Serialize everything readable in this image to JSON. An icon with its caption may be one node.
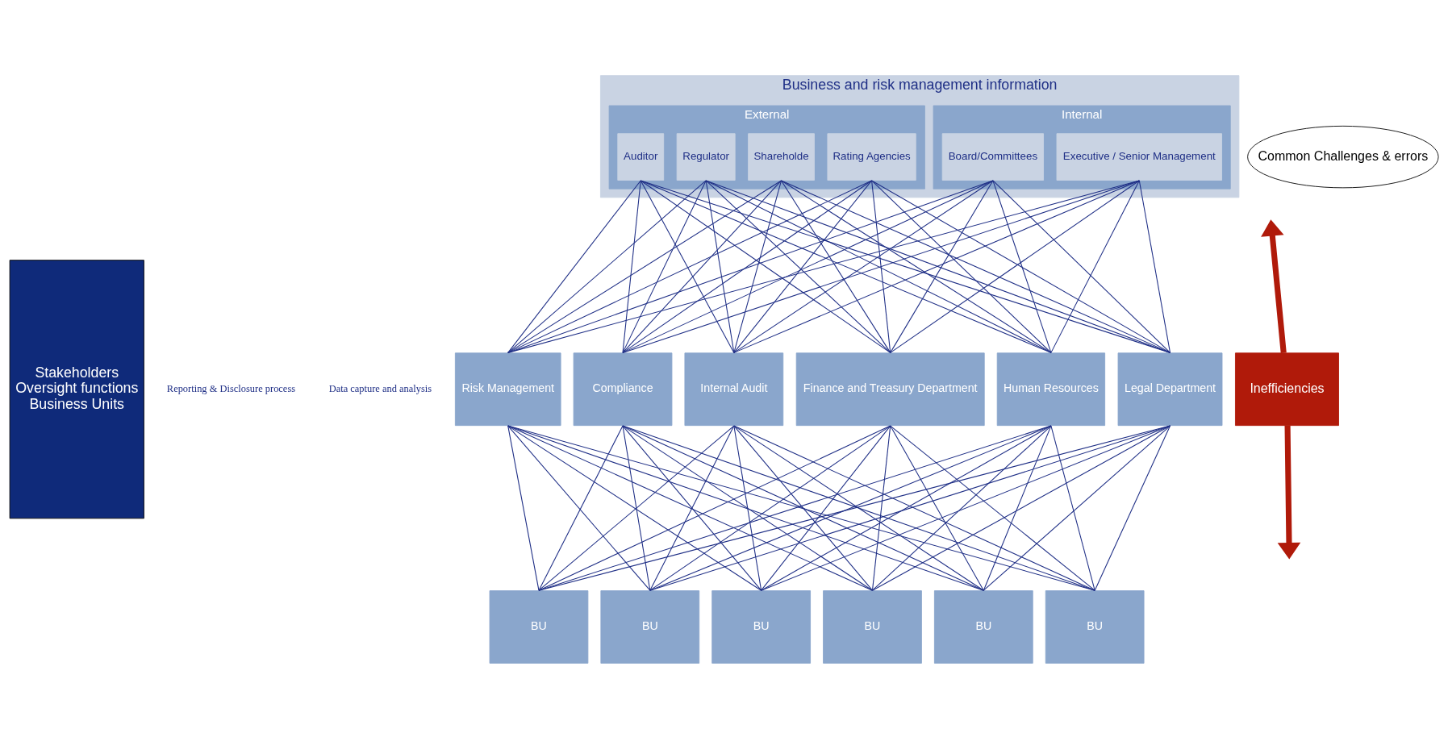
{
  "diagram": {
    "nodes": [
      {
        "text": [
          "Stakeholders",
          "Oversight functions",
          "Business Units"
        ]
      },
      {
        "text": [
          "Business and risk management information"
        ]
      },
      {
        "text": [
          "Internal"
        ],
        "in": 1
      },
      {
        "text": [
          "Board/Committees"
        ],
        "in": 2
      },
      {
        "text": [
          "Executive / Senior Management"
        ],
        "in": 2
      },
      {
        "text": [
          "External"
        ],
        "in": 1
      },
      {
        "text": [
          "Shareholde"
        ],
        "in": 5
      },
      {
        "text": [
          "Auditor"
        ],
        "in": 5
      },
      {
        "text": [
          "Regulator"
        ],
        "in": 5
      },
      {
        "text": [
          "Rating Agencies"
        ],
        "in": 5
      },
      {
        "text": [
          "Risk Management"
        ]
      },
      {
        "text": [
          "Compliance"
        ]
      },
      {
        "text": [
          "Internal Audit"
        ]
      },
      {
        "text": [
          "Finance and Treasury Department"
        ]
      },
      {
        "text": [
          "Human Resources"
        ]
      },
      {
        "text": [
          "Legal Department"
        ]
      },
      {
        "text": [
          "BU"
        ]
      },
      {
        "text": [
          "BU"
        ]
      },
      {
        "text": [
          "BU"
        ]
      },
      {
        "text": [
          "BU"
        ]
      },
      {
        "text": [
          "BU"
        ]
      },
      {
        "text": [
          "BU"
        ]
      },
      {
        "text": [
          "Inefficiencies"
        ]
      },
      {
        "text": [
          "Common Challenges & errors"
        ]
      }
    ],
    "edges": [
      {
        "from": 10,
        "to": 3,
        "arrow": "none"
      },
      {
        "from": 10,
        "to": 4,
        "arrow": "none"
      },
      {
        "from": 10,
        "to": 6,
        "arrow": "none"
      },
      {
        "from": 10,
        "to": 7,
        "arrow": "none"
      },
      {
        "from": 10,
        "to": 8,
        "arrow": "none"
      },
      {
        "from": 10,
        "to": 9,
        "arrow": "none"
      },
      {
        "from": 11,
        "to": 3,
        "arrow": "none"
      },
      {
        "from": 11,
        "to": 4,
        "arrow": "none"
      },
      {
        "from": 11,
        "to": 6,
        "arrow": "none"
      },
      {
        "from": 11,
        "to": 7,
        "arrow": "none"
      },
      {
        "from": 11,
        "to": 8,
        "arrow": "none"
      },
      {
        "from": 11,
        "to": 9,
        "arrow": "none"
      },
      {
        "from": 12,
        "to": 3,
        "arrow": "none"
      },
      {
        "from": 12,
        "to": 4,
        "arrow": "none"
      },
      {
        "from": 12,
        "to": 6,
        "arrow": "none"
      },
      {
        "from": 12,
        "to": 7,
        "arrow": "none"
      },
      {
        "from": 12,
        "to": 8,
        "arrow": "none"
      },
      {
        "from": 12,
        "to": 9,
        "arrow": "none"
      },
      {
        "from": 13,
        "to": 3,
        "arrow": "none"
      },
      {
        "from": 13,
        "to": 4,
        "arrow": "none"
      },
      {
        "from": 13,
        "to": 6,
        "arrow": "none"
      },
      {
        "from": 13,
        "to": 7,
        "arrow": "none"
      },
      {
        "from": 13,
        "to": 8,
        "arrow": "none"
      },
      {
        "from": 13,
        "to": 9,
        "arrow": "none"
      },
      {
        "from": 14,
        "to": 3,
        "arrow": "none"
      },
      {
        "from": 14,
        "to": 4,
        "arrow": "none"
      },
      {
        "from": 14,
        "to": 6,
        "arrow": "none"
      },
      {
        "from": 14,
        "to": 7,
        "arrow": "none"
      },
      {
        "from": 14,
        "to": 8,
        "arrow": "none"
      },
      {
        "from": 14,
        "to": 9,
        "arrow": "none"
      },
      {
        "from": 15,
        "to": 3,
        "arrow": "none"
      },
      {
        "from": 15,
        "to": 4,
        "arrow": "none"
      },
      {
        "from": 15,
        "to": 6,
        "arrow": "none"
      },
      {
        "from": 15,
        "to": 7,
        "arrow": "none"
      },
      {
        "from": 15,
        "to": 8,
        "arrow": "none"
      },
      {
        "from": 15,
        "to": 9,
        "arrow": "none"
      },
      {
        "from": 10,
        "to": 16,
        "arrow": "none"
      },
      {
        "from": 10,
        "to": 17,
        "arrow": "none"
      },
      {
        "from": 10,
        "to": 18,
        "arrow": "none"
      },
      {
        "from": 10,
        "to": 19,
        "arrow": "none"
      },
      {
        "from": 10,
        "to": 20,
        "arrow": "none"
      },
      {
        "from": 10,
        "to": 21,
        "arrow": "none"
      },
      {
        "from": 11,
        "to": 16,
        "arrow": "none"
      },
      {
        "from": 11,
        "to": 17,
        "arrow": "none"
      },
      {
        "from": 11,
        "to": 18,
        "arrow": "none"
      },
      {
        "from": 11,
        "to": 19,
        "arrow": "none"
      },
      {
        "from": 11,
        "to": 20,
        "arrow": "none"
      },
      {
        "from": 11,
        "to": 21,
        "arrow": "none"
      },
      {
        "from": 12,
        "to": 16,
        "arrow": "none"
      },
      {
        "from": 12,
        "to": 17,
        "arrow": "none"
      },
      {
        "from": 12,
        "to": 18,
        "arrow": "none"
      },
      {
        "from": 12,
        "to": 19,
        "arrow": "none"
      },
      {
        "from": 12,
        "to": 20,
        "arrow": "none"
      },
      {
        "from": 12,
        "to": 21,
        "arrow": "none"
      },
      {
        "from": 13,
        "to": 16,
        "arrow": "none"
      },
      {
        "from": 13,
        "to": 17,
        "arrow": "none"
      },
      {
        "from": 13,
        "to": 18,
        "arrow": "none"
      },
      {
        "from": 13,
        "to": 19,
        "arrow": "none"
      },
      {
        "from": 13,
        "to": 20,
        "arrow": "none"
      },
      {
        "from": 13,
        "to": 21,
        "arrow": "none"
      },
      {
        "from": 14,
        "to": 16,
        "arrow": "none"
      },
      {
        "from": 14,
        "to": 17,
        "arrow": "none"
      },
      {
        "from": 14,
        "to": 18,
        "arrow": "none"
      },
      {
        "from": 14,
        "to": 19,
        "arrow": "none"
      },
      {
        "from": 14,
        "to": 20,
        "arrow": "none"
      },
      {
        "from": 14,
        "to": 21,
        "arrow": "none"
      },
      {
        "from": 15,
        "to": 16,
        "arrow": "none"
      },
      {
        "from": 15,
        "to": 17,
        "arrow": "none"
      },
      {
        "from": 15,
        "to": 18,
        "arrow": "none"
      },
      {
        "from": 15,
        "to": 19,
        "arrow": "none"
      },
      {
        "from": 15,
        "to": 20,
        "arrow": "none"
      },
      {
        "from": 15,
        "to": 21,
        "arrow": "none"
      },
      {
        "from": 22,
        "to": null,
        "arrow": "to",
        "style": "thick",
        "color": "#b01a0a"
      },
      {
        "from": 22,
        "to": null,
        "arrow": "to",
        "style": "thick",
        "color": "#b01a0a"
      }
    ],
    "labels": [
      "Reporting & Disclosure process",
      "Data capture and analysis"
    ]
  }
}
